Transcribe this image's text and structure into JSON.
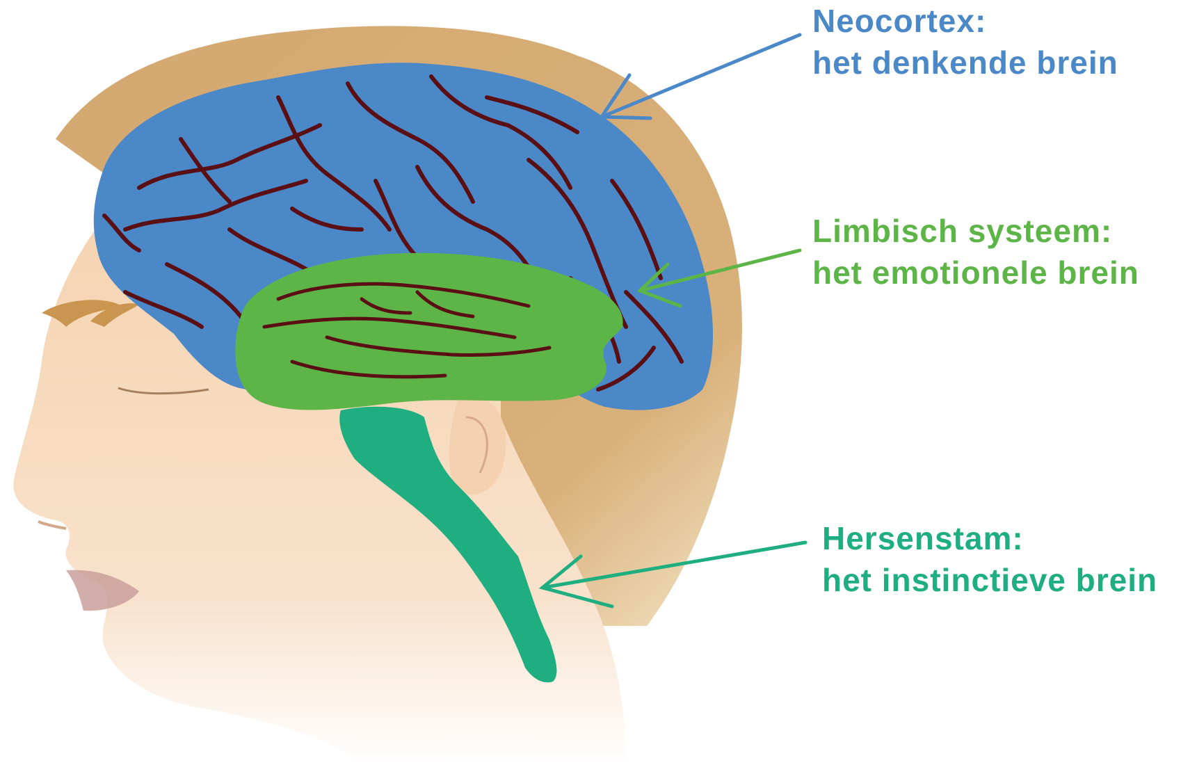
{
  "labels": {
    "neocortex": {
      "title": "Neocortex:",
      "subtitle": "het denkende brein",
      "color": "#4a88c8"
    },
    "limbic": {
      "title": "Limbisch systeem:",
      "subtitle": "het emotionele brein",
      "color": "#5db548"
    },
    "brainstem": {
      "title": "Hersenstam:",
      "subtitle": "het instinctieve brein",
      "color": "#1fae7f"
    }
  },
  "colors": {
    "skin": "#f7d9b8",
    "hair": "#d2a66e",
    "neocortex": "#4a88c8",
    "limbic": "#5db548",
    "brainstem": "#1fae7f",
    "sulci": "#5a0f14",
    "lips": "#c9a09a"
  }
}
